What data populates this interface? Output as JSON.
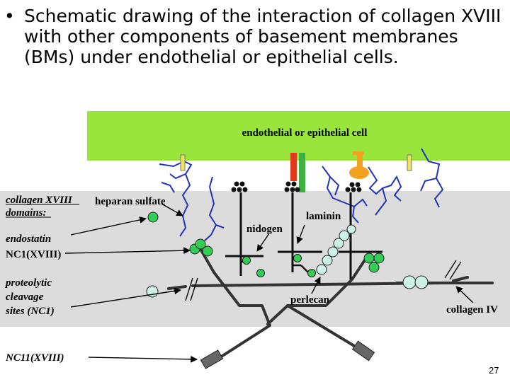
{
  "slide": {
    "bullet_symbol": "•",
    "bullet_text": "Schematic drawing of the interaction of collagen XVIII with other components of basement membranes (BMs) under endothelial or epithelial cells.",
    "page_number": "27"
  },
  "diagram": {
    "cell_label": "endothelial or epithelial cell",
    "heparan_sulfate_label": "heparan sulfate",
    "laminin_label": "laminin",
    "nidogen_label": "nidogen",
    "perlecan_label": "perlecan",
    "collagen_iv_label": "collagen IV",
    "left_labels": {
      "domains_line1": "collagen XVIII",
      "domains_line2": "domains:",
      "endostatin": "endostatin",
      "nc1": "NC1(XVIII)",
      "cleavage_line1": "proteolytic",
      "cleavage_line2": "cleavage",
      "cleavage_line3": "sites (NC1)",
      "nc11": "NC11(XVIII)"
    },
    "colors": {
      "cell_layer": "#99e53c",
      "membrane": "#dcdcdc",
      "heparan_chain": "#2233bb",
      "receptor_red": "#e03a1a",
      "receptor_green": "#3fb03f",
      "receptor_orange": "#f2a321",
      "receptor_yellow": "#f2e35c",
      "endostatin_green": "#33cc55",
      "light_bead": "#ccf2e8",
      "collagen_line": "#333333",
      "nc11_block": "#666666"
    }
  }
}
